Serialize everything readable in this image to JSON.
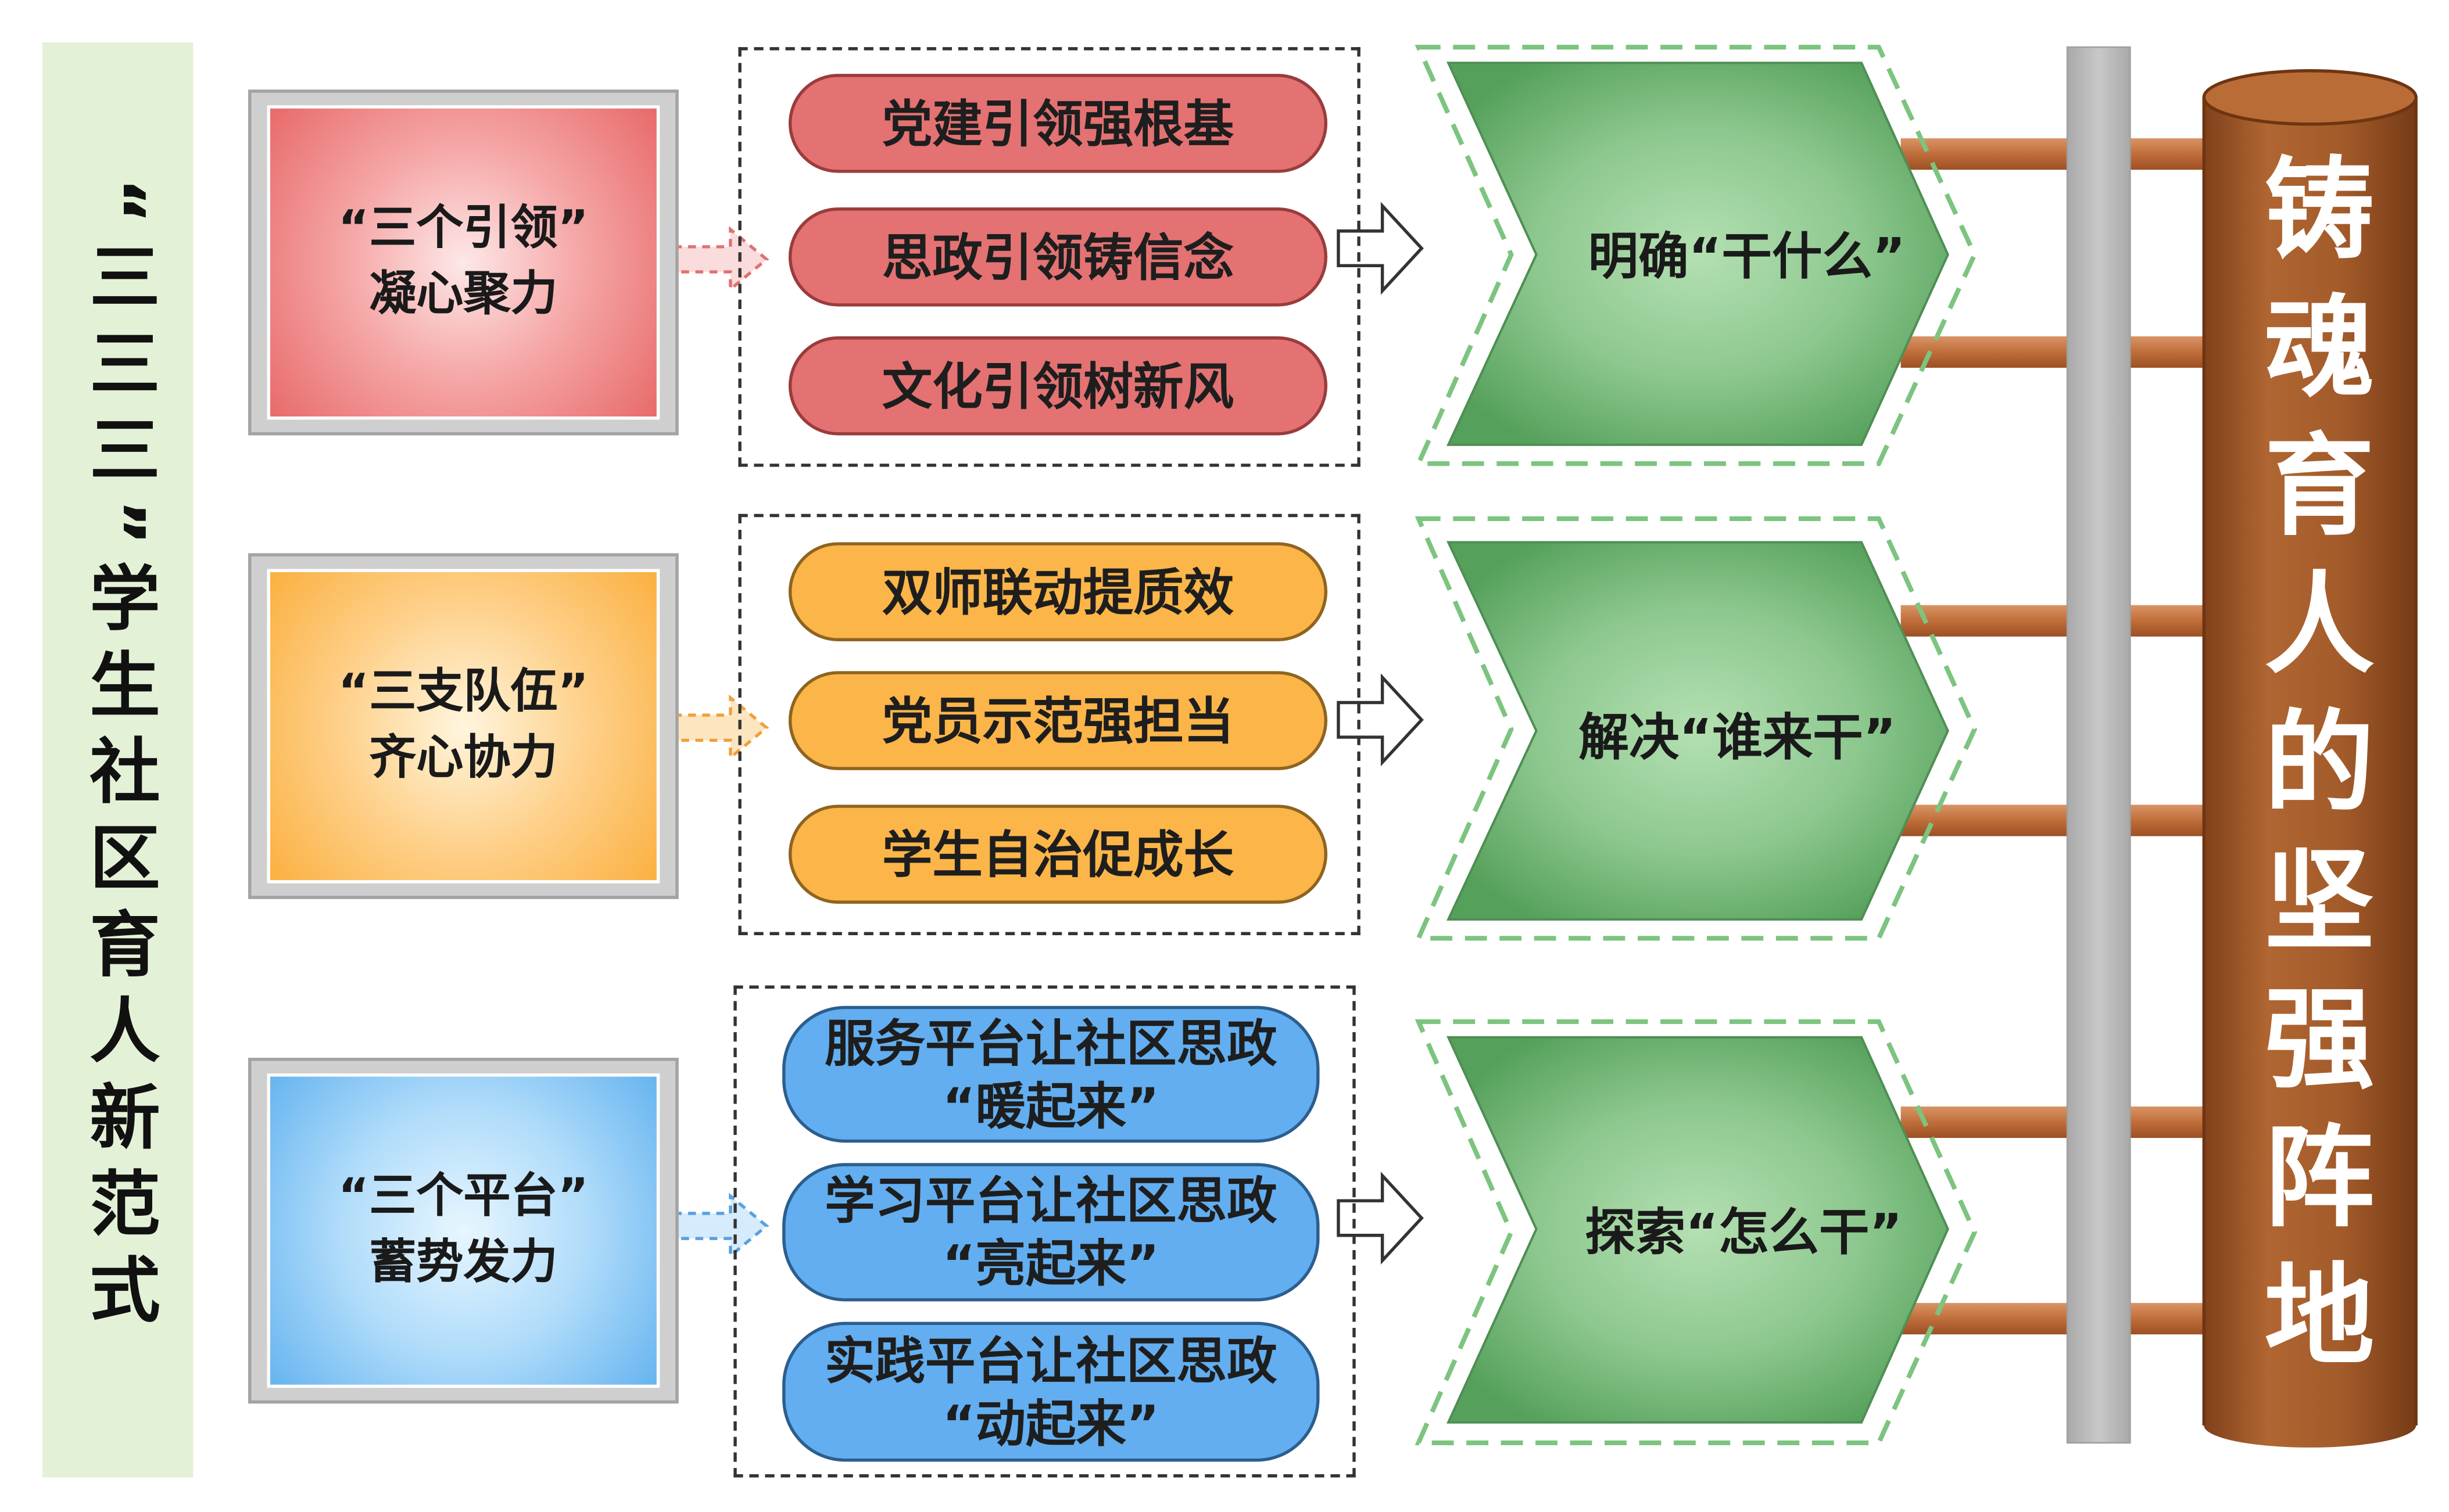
{
  "left_title": "“三三三”学生社区育人新范式",
  "groups": [
    {
      "heading": "“三个引领”",
      "subheading": "凝心聚力",
      "items": [
        {
          "line1": "党建引领强根基"
        },
        {
          "line1": "思政引领铸信念"
        },
        {
          "line1": "文化引领树新风"
        }
      ],
      "outcome": "明确“干什么”"
    },
    {
      "heading": "“三支队伍”",
      "subheading": "齐心协力",
      "items": [
        {
          "line1": "双师联动提质效"
        },
        {
          "line1": "党员示范强担当"
        },
        {
          "line1": "学生自治促成长"
        }
      ],
      "outcome": "解决“谁来干”"
    },
    {
      "heading": "“三个平台”",
      "subheading": "蓄势发力",
      "items": [
        {
          "line1": "服务平台让社区思政",
          "line2": "“暖起来”"
        },
        {
          "line1": "学习平台让社区思政",
          "line2": "“亮起来”"
        },
        {
          "line1": "实践平台让社区思政",
          "line2": "“动起来”"
        }
      ],
      "outcome": "探索“怎么干”"
    }
  ],
  "goal": "铸魂育人的坚强阵地",
  "colors": {
    "panel_bg": "#e3f2d6",
    "red": "#e47272",
    "orange": "#fbb548",
    "blue": "#62aef0",
    "green": "#6fb472",
    "gray_bar": "#bfbfbf",
    "brown": "#a65a2a"
  }
}
